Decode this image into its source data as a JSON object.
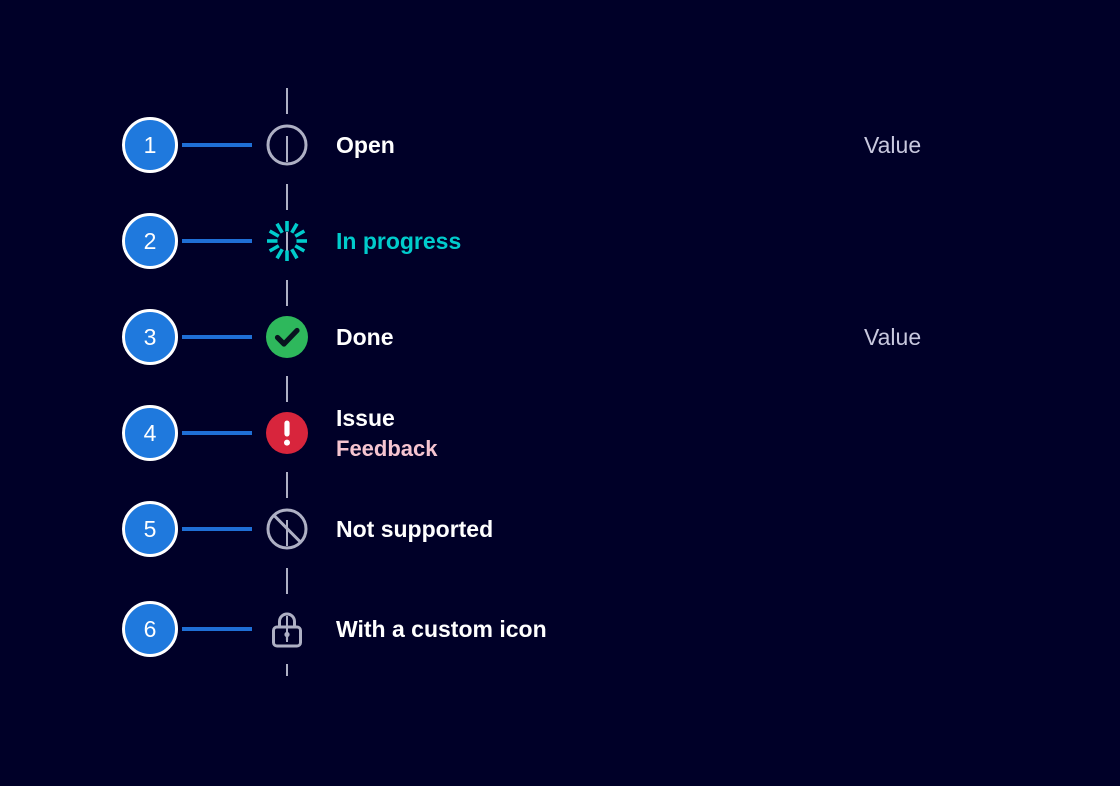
{
  "page": {
    "background_color": "#000028",
    "title": "Status list with numbered callouts"
  },
  "rail": {
    "name": "vertical-dashed-connector",
    "color": "#aeb0c4",
    "style": "dashed"
  },
  "theme": {
    "badge_fill": "#1f79dd",
    "badge_ring": "#ffffff",
    "leader_line": "#1f6fd6",
    "text_primary": "#ffffff",
    "text_muted": "#c8c8de",
    "accent_in_progress": "#00cccc",
    "accent_feedback": "#f5c4d0",
    "status_done": "#2eb85c",
    "status_issue": "#d8253c",
    "icon_outline": "#aeb0c4"
  },
  "rows": [
    {
      "number": "1",
      "icon": "circle-outline-icon",
      "icon_name": "status-open-icon",
      "label": "Open",
      "label_color": "#ffffff",
      "sublabel": "",
      "sublabel_color": "",
      "value": "Value",
      "has_value": true
    },
    {
      "number": "2",
      "icon": "spinner-icon",
      "icon_name": "status-in-progress-icon",
      "label": "In progress",
      "label_color": "#00cccc",
      "sublabel": "",
      "sublabel_color": "",
      "value": "",
      "has_value": false
    },
    {
      "number": "3",
      "icon": "check-circle-icon",
      "icon_name": "status-done-icon",
      "label": "Done",
      "label_color": "#ffffff",
      "sublabel": "",
      "sublabel_color": "",
      "value": "Value",
      "has_value": true
    },
    {
      "number": "4",
      "icon": "exclamation-circle-icon",
      "icon_name": "status-issue-icon",
      "label": "Issue",
      "label_color": "#ffffff",
      "sublabel": "Feedback",
      "sublabel_color": "#f5c4d0",
      "value": "",
      "has_value": false
    },
    {
      "number": "5",
      "icon": "no-entry-icon",
      "icon_name": "status-not-supported-icon",
      "label": "Not supported",
      "label_color": "#ffffff",
      "sublabel": "",
      "sublabel_color": "",
      "value": "",
      "has_value": false
    },
    {
      "number": "6",
      "icon": "lock-icon",
      "icon_name": "status-custom-icon",
      "label": "With a custom icon",
      "label_color": "#ffffff",
      "sublabel": "",
      "sublabel_color": "",
      "value": "",
      "has_value": false
    }
  ]
}
